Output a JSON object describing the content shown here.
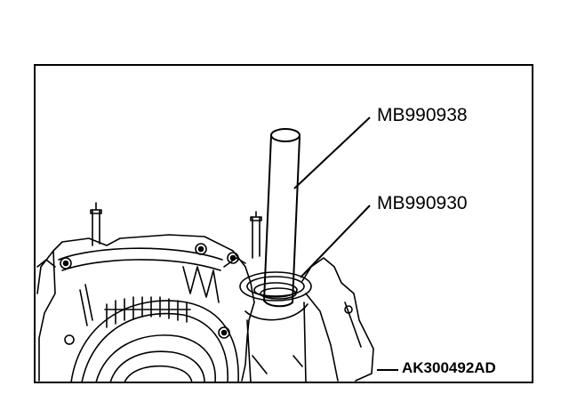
{
  "figure": {
    "callouts": [
      {
        "label": "MB990938"
      },
      {
        "label": "MB990930"
      }
    ],
    "reference_code": "AK300492AD"
  },
  "colors": {
    "line": "#000000",
    "background": "#ffffff"
  }
}
